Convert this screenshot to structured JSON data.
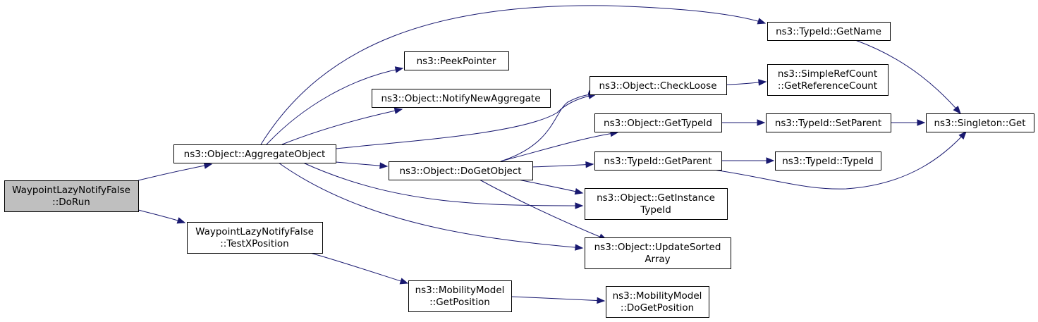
{
  "graph": {
    "nodes": [
      {
        "id": "dorun",
        "lines": [
          "WaypointLazyNotifyFalse",
          "::DoRun"
        ],
        "root": true
      },
      {
        "id": "aggregate",
        "lines": [
          "ns3::Object::AggregateObject"
        ]
      },
      {
        "id": "testx",
        "lines": [
          "WaypointLazyNotifyFalse",
          "::TestXPosition"
        ]
      },
      {
        "id": "getname",
        "lines": [
          "ns3::TypeId::GetName"
        ]
      },
      {
        "id": "peek",
        "lines": [
          "ns3::PeekPointer"
        ]
      },
      {
        "id": "notifynew",
        "lines": [
          "ns3::Object::NotifyNewAggregate"
        ]
      },
      {
        "id": "checkloose",
        "lines": [
          "ns3::Object::CheckLoose"
        ]
      },
      {
        "id": "dogetobject",
        "lines": [
          "ns3::Object::DoGetObject"
        ]
      },
      {
        "id": "gettypeid",
        "lines": [
          "ns3::Object::GetTypeId"
        ]
      },
      {
        "id": "getparent",
        "lines": [
          "ns3::TypeId::GetParent"
        ]
      },
      {
        "id": "getinstance",
        "lines": [
          "ns3::Object::GetInstance",
          "TypeId"
        ]
      },
      {
        "id": "updatesorted",
        "lines": [
          "ns3::Object::UpdateSorted",
          "Array"
        ]
      },
      {
        "id": "simpleref",
        "lines": [
          "ns3::SimpleRefCount",
          "::GetReferenceCount"
        ]
      },
      {
        "id": "setparent",
        "lines": [
          "ns3::TypeId::SetParent"
        ]
      },
      {
        "id": "typeid",
        "lines": [
          "ns3::TypeId::TypeId"
        ]
      },
      {
        "id": "singleton",
        "lines": [
          "ns3::Singleton::Get"
        ]
      },
      {
        "id": "mmgetpos",
        "lines": [
          "ns3::MobilityModel",
          "::GetPosition"
        ]
      },
      {
        "id": "mmdogetpos",
        "lines": [
          "ns3::MobilityModel",
          "::DoGetPosition"
        ]
      }
    ],
    "edges": [
      {
        "from": "dorun",
        "to": "aggregate"
      },
      {
        "from": "dorun",
        "to": "testx"
      },
      {
        "from": "aggregate",
        "to": "getname"
      },
      {
        "from": "aggregate",
        "to": "peek"
      },
      {
        "from": "aggregate",
        "to": "notifynew"
      },
      {
        "from": "aggregate",
        "to": "checkloose"
      },
      {
        "from": "aggregate",
        "to": "dogetobject"
      },
      {
        "from": "aggregate",
        "to": "getinstance"
      },
      {
        "from": "aggregate",
        "to": "updatesorted"
      },
      {
        "from": "dogetobject",
        "to": "checkloose"
      },
      {
        "from": "dogetobject",
        "to": "gettypeid"
      },
      {
        "from": "dogetobject",
        "to": "getparent"
      },
      {
        "from": "dogetobject",
        "to": "getinstance"
      },
      {
        "from": "dogetobject",
        "to": "updatesorted"
      },
      {
        "from": "checkloose",
        "to": "simpleref"
      },
      {
        "from": "gettypeid",
        "to": "setparent"
      },
      {
        "from": "setparent",
        "to": "singleton"
      },
      {
        "from": "getname",
        "to": "singleton"
      },
      {
        "from": "getparent",
        "to": "typeid"
      },
      {
        "from": "getparent",
        "to": "singleton"
      },
      {
        "from": "testx",
        "to": "mmgetpos"
      },
      {
        "from": "mmgetpos",
        "to": "mmdogetpos"
      }
    ]
  }
}
